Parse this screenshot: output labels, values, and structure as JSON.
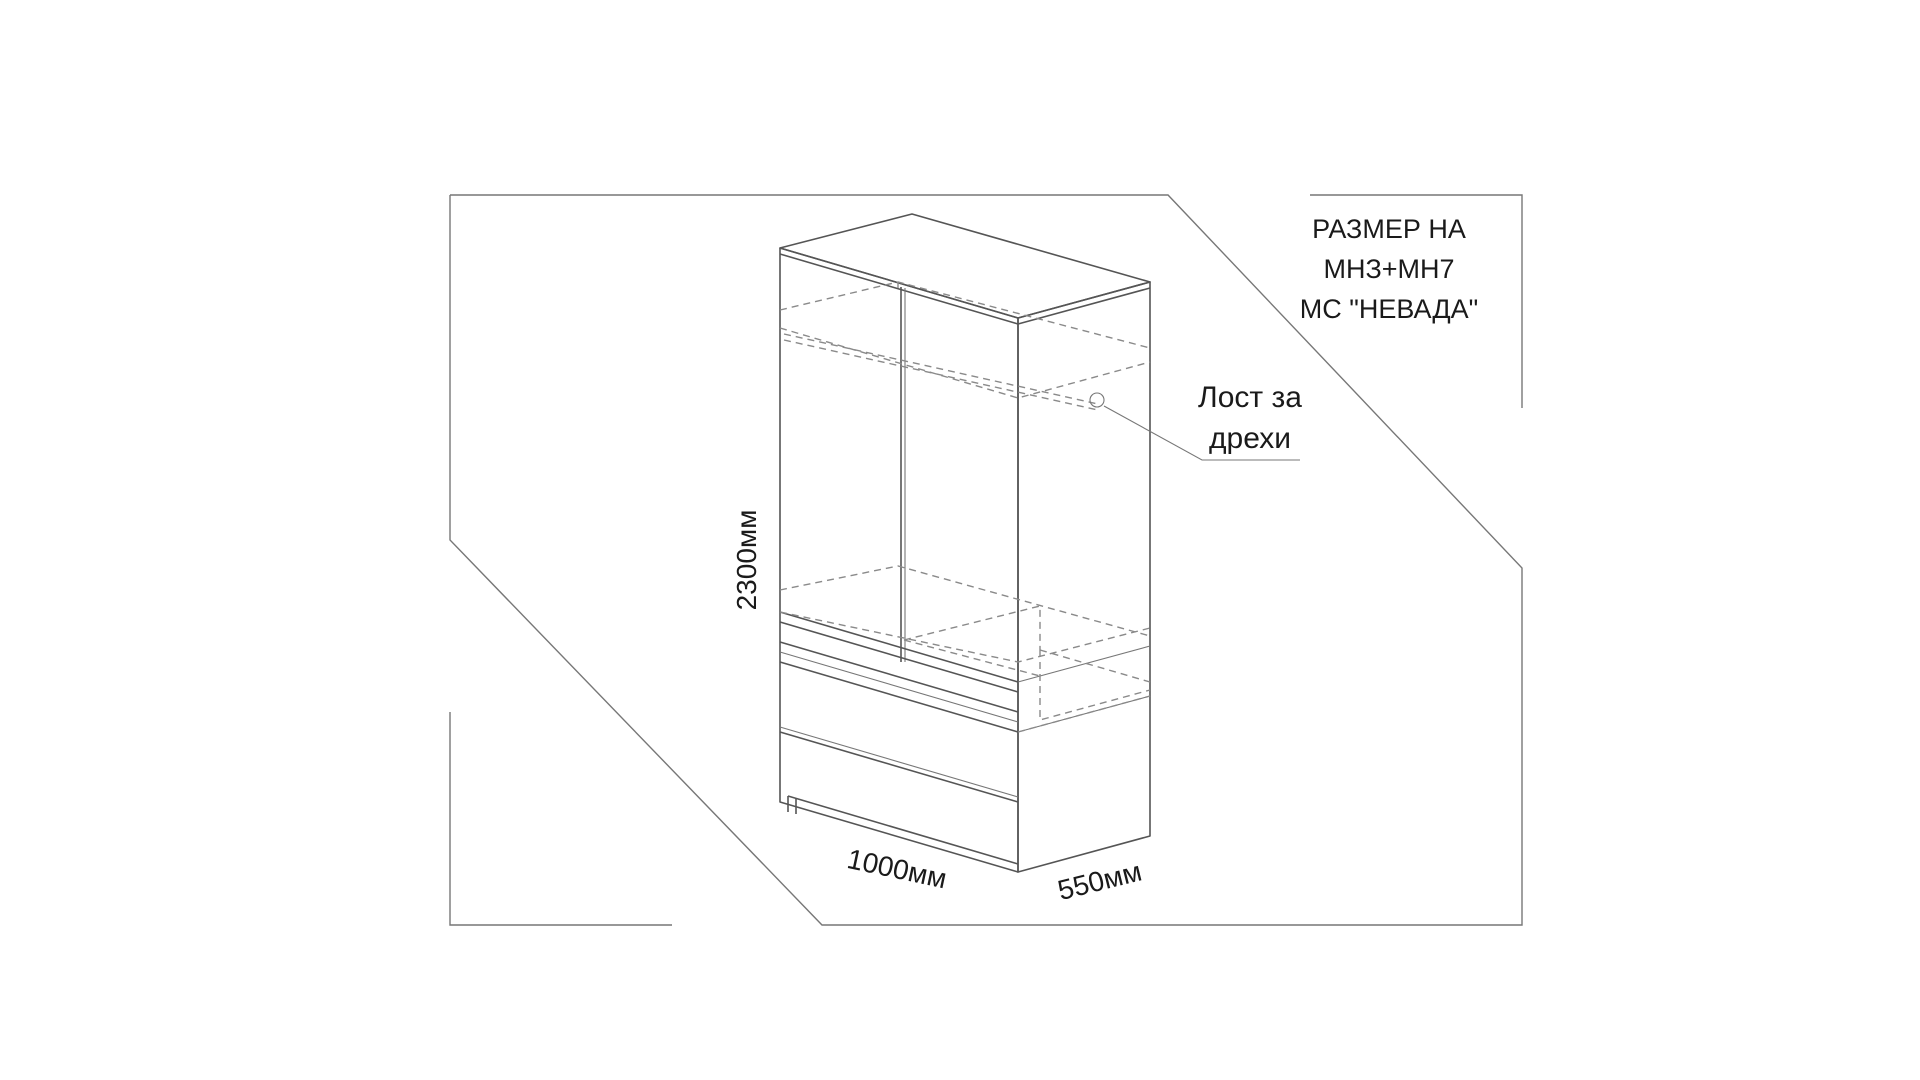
{
  "title": {
    "line1": "РАЗМЕР НА",
    "line2": "МНЗ+МН7",
    "line3": "МС \"НЕВАДА\""
  },
  "callout": {
    "line1": "Лост за",
    "line2": "дрехи"
  },
  "dimensions": {
    "height": "2300мм",
    "width": "1000мм",
    "depth": "550мм"
  },
  "colors": {
    "line": "#555555",
    "frame": "#777777",
    "text": "#1a1a1a"
  }
}
